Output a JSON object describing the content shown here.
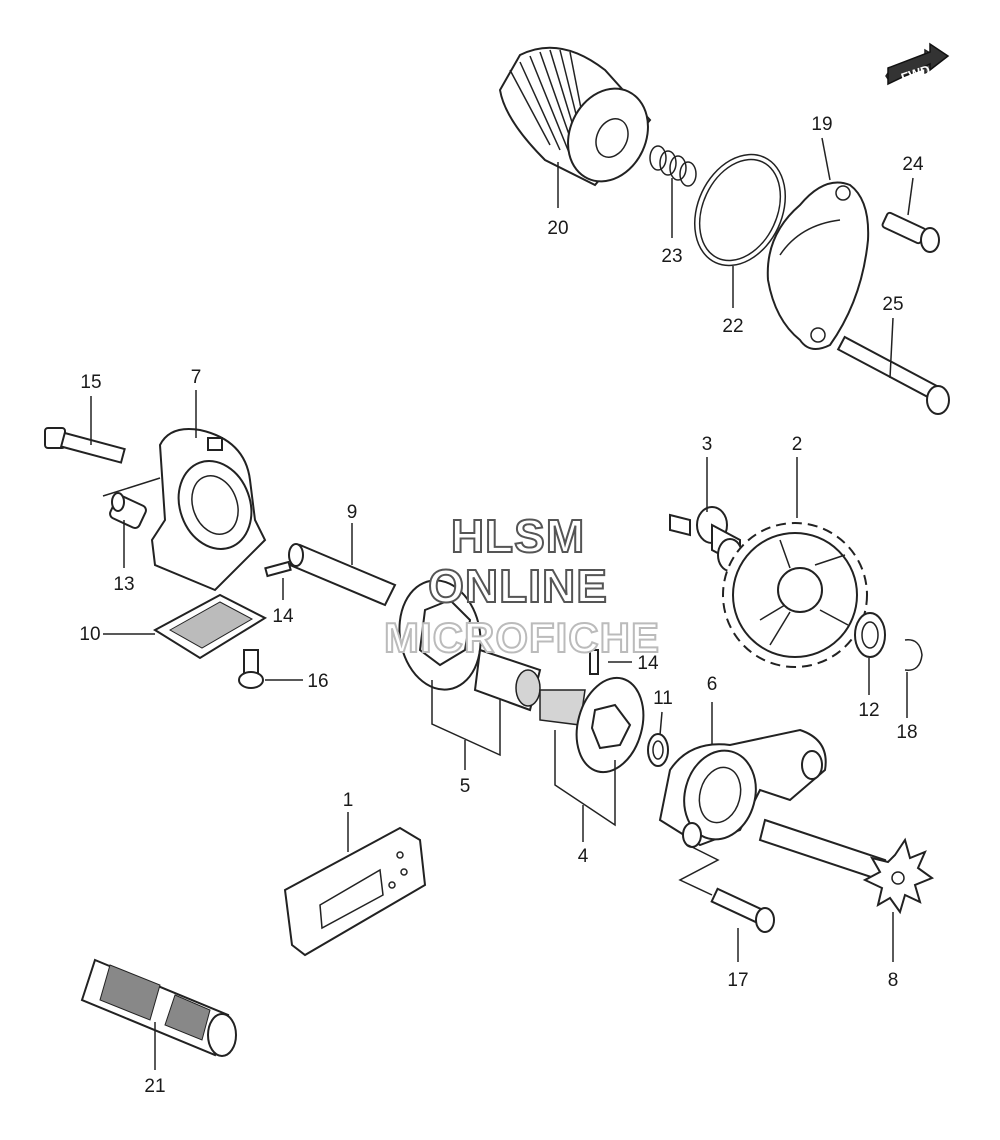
{
  "watermark": {
    "line1": "HLSM",
    "line2": "ONLINE",
    "line3": "MICROFICHE"
  },
  "fwd_badge": {
    "text": "FWD"
  },
  "parts": [
    {
      "key": "p1",
      "label": "1"
    },
    {
      "key": "p2",
      "label": "2"
    },
    {
      "key": "p3",
      "label": "3"
    },
    {
      "key": "p4",
      "label": "4"
    },
    {
      "key": "p5",
      "label": "5"
    },
    {
      "key": "p6",
      "label": "6"
    },
    {
      "key": "p7",
      "label": "7"
    },
    {
      "key": "p8",
      "label": "8"
    },
    {
      "key": "p9",
      "label": "9"
    },
    {
      "key": "p10",
      "label": "10"
    },
    {
      "key": "p11",
      "label": "11"
    },
    {
      "key": "p12",
      "label": "12"
    },
    {
      "key": "p13",
      "label": "13"
    },
    {
      "key": "p14a",
      "label": "14"
    },
    {
      "key": "p14b",
      "label": "14"
    },
    {
      "key": "p15",
      "label": "15"
    },
    {
      "key": "p16",
      "label": "16"
    },
    {
      "key": "p17",
      "label": "17"
    },
    {
      "key": "p18",
      "label": "18"
    },
    {
      "key": "p19",
      "label": "19"
    },
    {
      "key": "p20",
      "label": "20"
    },
    {
      "key": "p21",
      "label": "21"
    },
    {
      "key": "p22",
      "label": "22"
    },
    {
      "key": "p23",
      "label": "23"
    },
    {
      "key": "p24",
      "label": "24"
    },
    {
      "key": "p25",
      "label": "25"
    }
  ]
}
